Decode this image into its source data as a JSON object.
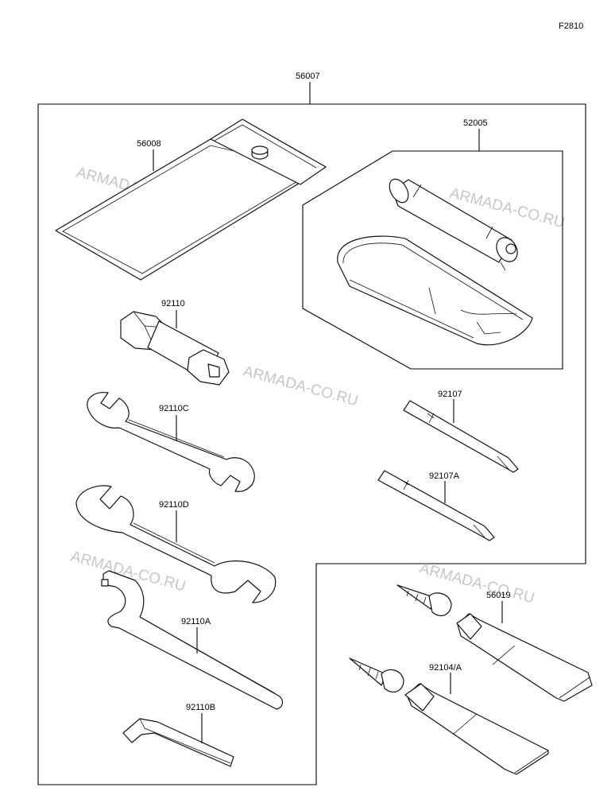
{
  "figure_code": "F2810",
  "watermark": "ARMADA-CO.RU",
  "parts": {
    "kit": "56007",
    "pouch": "56008",
    "pump_kit": "52005",
    "spark_wrench": "92110",
    "wrench_c": "92110C",
    "wrench_d": "92110D",
    "pin_spanner": "92110A",
    "hex_key": "92110B",
    "screwdriver": "92107",
    "screwdriver_a": "92107A",
    "tube_small": "56019",
    "tube_large": "92104/A"
  }
}
